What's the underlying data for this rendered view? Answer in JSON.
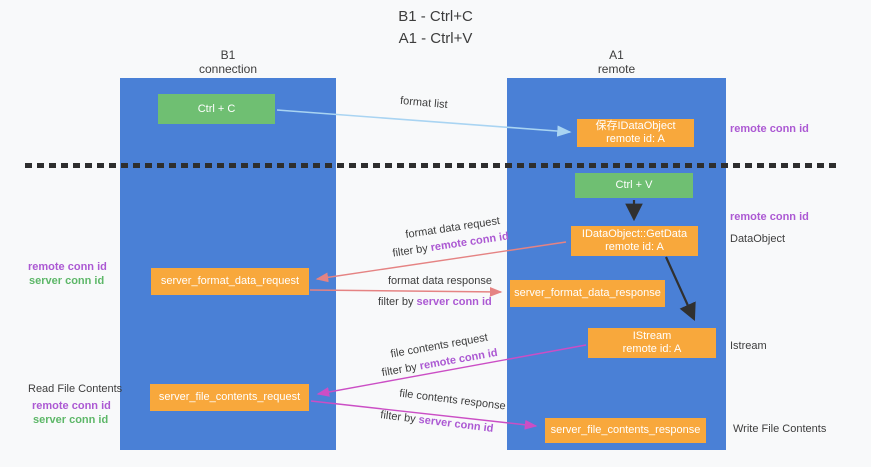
{
  "title": {
    "line1": "B1 - Ctrl+C",
    "line2": "A1 - Ctrl+V"
  },
  "columns": {
    "left": {
      "name": "B1",
      "role": "connection"
    },
    "right": {
      "name": "A1",
      "role": "remote"
    }
  },
  "boxes": {
    "ctrl_c": {
      "label": "Ctrl + C"
    },
    "save_dataobject": {
      "line1": "保存IDataObject",
      "line2": "remote id: A"
    },
    "ctrl_v": {
      "label": "Ctrl + V"
    },
    "getdata": {
      "line1": "IDataObject::GetData",
      "line2": "remote id: A"
    },
    "format_request": {
      "label": "server_format_data_request"
    },
    "format_response": {
      "label": "server_format_data_response"
    },
    "istream": {
      "line1": "IStream",
      "line2": "remote id: A"
    },
    "file_request": {
      "label": "server_file_contents_request"
    },
    "file_response": {
      "label": "server_file_contents_response"
    }
  },
  "flow_labels": {
    "format_list": "format list",
    "format_data_request": "format data request",
    "format_data_response": "format data response",
    "file_contents_request": "file contents request",
    "file_contents_response": "file contents response",
    "filter_prefix": "filter by",
    "remote_conn_id": "remote conn id",
    "server_conn_id": "server conn id"
  },
  "side_labels": {
    "remote_conn_id_top_right": "remote conn id",
    "remote_conn_id_mid_right": "remote conn id",
    "dataobject": "DataObject",
    "istream": "Istream",
    "write_file_contents": "Write File Contents",
    "remote_conn_id_left": "remote conn id",
    "server_conn_id_left": "server conn id",
    "read_file_contents": "Read File Contents",
    "remote_conn_id_left_bottom": "remote conn id",
    "server_conn_id_left_bottom": "server conn id"
  },
  "colors": {
    "background": "#f8f9fa",
    "column_blue": "#4a80d6",
    "box_orange": "#f8a83c",
    "box_green": "#6fbf72",
    "accent_purple": "#ac59d3",
    "accent_green": "#5db768",
    "arrow_blue": "#a9d4f2",
    "arrow_red": "#e58383",
    "arrow_magenta": "#cb4ec5",
    "arrow_black": "#303030",
    "text_dark": "#3d3d3d",
    "box_text": "#ffffff"
  }
}
